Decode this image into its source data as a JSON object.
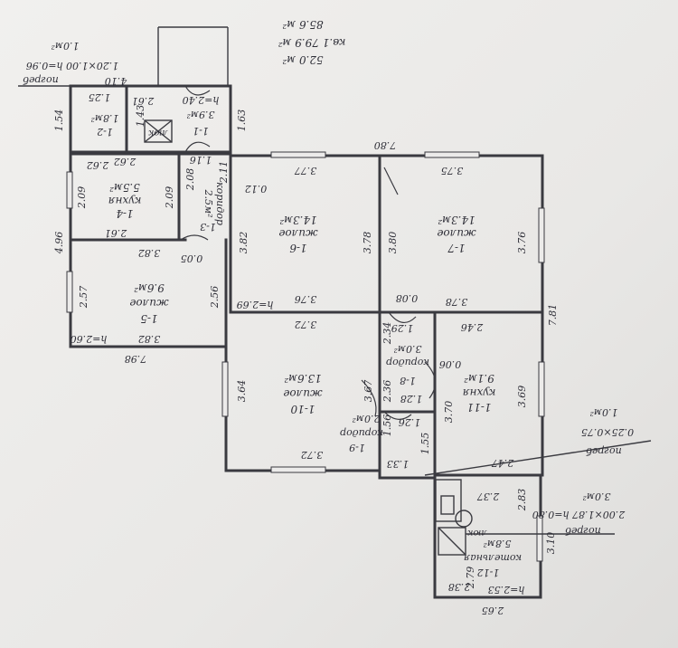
{
  "totals": {
    "line1": "85.6 м²",
    "line2": "кв.1    79.9 м²",
    "line3": "52.0 м²"
  },
  "cellar_top": {
    "title": "погреб",
    "dims": "1.20×1.00 h=0.96",
    "area": "1.0м²"
  },
  "cellar_right": {
    "title": "погреб",
    "dims": "0.25×0.75",
    "area": "1.0м²"
  },
  "cellar_bottom": {
    "title": "погреб",
    "dims": "2.00×1.87 h=0.80",
    "area": "3.0м²"
  },
  "rooms": {
    "r1_1": {
      "num": "1-1",
      "area": "3.9м²",
      "height": "h=2.40"
    },
    "r1_2": {
      "num": "1-2",
      "area": "1.8м²"
    },
    "r1_3": {
      "num": "1-3",
      "name": "коридор",
      "area": "2.5м²"
    },
    "r1_4": {
      "num": "1-4",
      "name": "кухня",
      "area": "5.5м²"
    },
    "r1_5": {
      "num": "1-5",
      "name": "жилое",
      "area": "9.6м²"
    },
    "r1_6": {
      "num": "1-6",
      "name": "жилое",
      "area": "14.3м²"
    },
    "r1_7": {
      "num": "1-7",
      "name": "жилое",
      "area": "14.3м²"
    },
    "r1_8": {
      "num": "1-8",
      "name": "коридор",
      "area": "3.0м²"
    },
    "r1_9": {
      "num": "1-9",
      "name": "коридор",
      "area": "2.0м²"
    },
    "r1_10": {
      "num": "1-10",
      "name": "жилое",
      "area": "13.6м²"
    },
    "r1_11": {
      "num": "1-11",
      "name": "кухня",
      "area": "9.1м²"
    },
    "r1_12": {
      "num": "1-12",
      "name": "котельная",
      "area": "5.8м²",
      "height": "h=2.53"
    }
  },
  "hatch": {
    "label": "люк"
  },
  "hatch2": {
    "label": "люк"
  },
  "heights": {
    "h_a": "h=2.69",
    "h_b": "h=2.60"
  },
  "dims": {
    "d_4_10": "4.10",
    "d_2_61a": "2.61",
    "d_1_25": "1.25",
    "d_1_43": "1.43",
    "d_1_54": "1.54",
    "d_1_63": "1.63",
    "d_7_80": "7.80",
    "d_2_62a": "2.62",
    "d_2_62b": "2.62",
    "d_2_11": "2.11",
    "d_2_08": "2.08",
    "d_1_16": "1.16",
    "d_0_12": "0.12",
    "d_3_77": "3.77",
    "d_3_75": "3.75",
    "d_2_09a": "2.09",
    "d_2_09b": "2.09",
    "d_4_96": "4.96",
    "d_2_61b": "2.61",
    "d_3_82a": "3.82",
    "d_0_05": "0.05",
    "d_3_82b": "3.82",
    "d_3_78a": "3.78",
    "d_3_80": "3.80",
    "d_3_76a": "3.76",
    "d_2_57": "2.57",
    "d_2_56": "2.56",
    "d_3_76b": "3.76",
    "d_0_08": "0.08",
    "d_3_78b": "3.78",
    "d_7_81": "7.81",
    "d_3_82c": "3.82",
    "d_7_98": "7.98",
    "d_3_72a": "3.72",
    "d_2_34": "2.34",
    "d_1_29": "1.29",
    "d_2_46": "2.46",
    "d_0_06": "0.06",
    "d_3_64": "3.64",
    "d_3_67": "3.67",
    "d_2_36": "2.36",
    "d_1_28": "1.28",
    "d_3_70": "3.70",
    "d_3_69": "3.69",
    "d_1_56": "1.56",
    "d_1_26": "1.26",
    "d_1_55": "1.55",
    "d_3_72b": "3.72",
    "d_1_33": "1.33",
    "d_2_47": "2.47",
    "d_2_37": "2.37",
    "d_2_83": "2.83",
    "d_3_10": "3.10",
    "d_2_79": "2.79",
    "d_2_38": "2.38",
    "d_2_65": "2.65"
  }
}
